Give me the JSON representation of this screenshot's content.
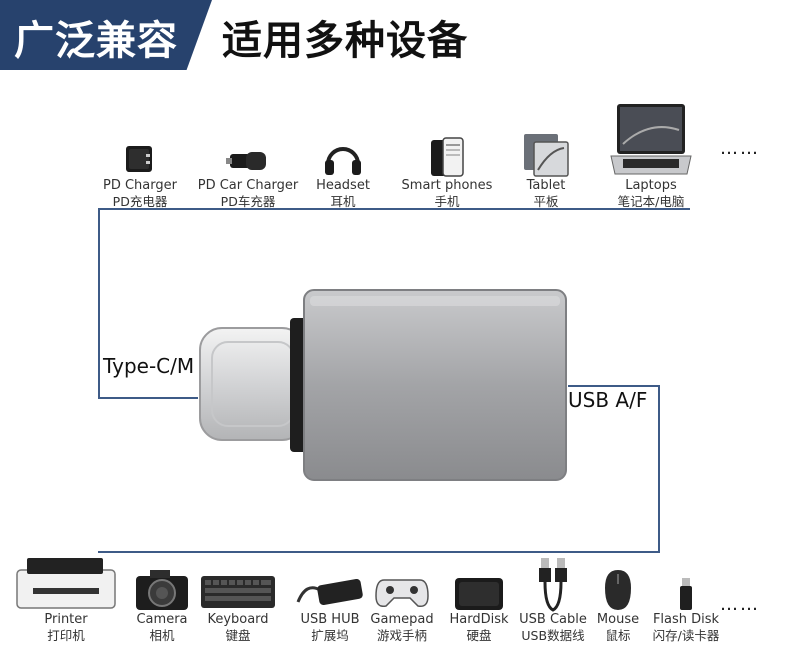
{
  "header": {
    "left_title": "广泛兼容",
    "right_title": "适用多种设备"
  },
  "top_devices": [
    {
      "en": "PD Charger",
      "cn": "PD充电器",
      "icon": "charger-icon"
    },
    {
      "en": "PD Car Charger",
      "cn": "PD车充器",
      "icon": "car-charger-icon"
    },
    {
      "en": "Headset",
      "cn": "耳机",
      "icon": "headset-icon"
    },
    {
      "en": "Smart phones",
      "cn": "手机",
      "icon": "phone-icon"
    },
    {
      "en": "Tablet",
      "cn": "平板",
      "icon": "tablet-icon"
    },
    {
      "en": "Laptops",
      "cn": "笔记本/电脑",
      "icon": "laptop-icon"
    }
  ],
  "bottom_devices": [
    {
      "en": "Printer",
      "cn": "打印机",
      "icon": "printer-icon"
    },
    {
      "en": "Camera",
      "cn": "相机",
      "icon": "camera-icon"
    },
    {
      "en": "Keyboard",
      "cn": "键盘",
      "icon": "keyboard-icon"
    },
    {
      "en": "USB HUB",
      "cn": "扩展坞",
      "icon": "usb-hub-icon"
    },
    {
      "en": "Gamepad",
      "cn": "游戏手柄",
      "icon": "gamepad-icon"
    },
    {
      "en": "HardDisk",
      "cn": "硬盘",
      "icon": "harddisk-icon"
    },
    {
      "en": "USB Cable",
      "cn": "USB数据线",
      "icon": "usb-cable-icon"
    },
    {
      "en": "Mouse",
      "cn": "鼠标",
      "icon": "mouse-icon"
    },
    {
      "en": "Flash Disk",
      "cn": "闪存/读卡器",
      "icon": "flash-disk-icon"
    }
  ],
  "more_indicator": "……",
  "labels": {
    "type_c": "Type-C/M",
    "usb_a": "USB A/F"
  },
  "colors": {
    "header_bg": "#27426d",
    "line": "#3e5b87",
    "adapter_body": "#a7a8ab"
  }
}
